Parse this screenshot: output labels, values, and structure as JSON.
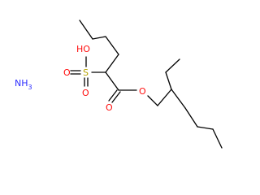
{
  "molecule": {
    "atoms": {
      "ammonia": "NH",
      "ammonia_h_count": "3",
      "sulfonic_oh": "HO",
      "sulfur": "S",
      "sulfonyl_o": "O",
      "sulfonyl_o2": "O",
      "carbonyl_o": "O",
      "ester_o": "O"
    },
    "colors": {
      "bond": "#000000",
      "carbon_text": "#000000",
      "oxygen": "#ff0d0d",
      "sulfur": "#b8a300",
      "nitrogen": "#2f2fff"
    }
  }
}
